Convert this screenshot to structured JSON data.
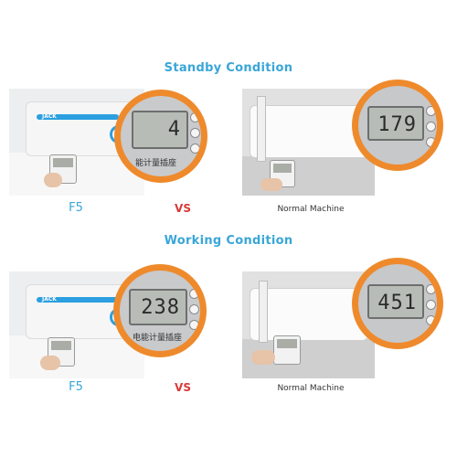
{
  "colors": {
    "title": "#3aa6d8",
    "accent_ring": "#ee8a2c",
    "f5_label": "#3aa6d8",
    "vs_label": "#d83a3a"
  },
  "sections": [
    {
      "title": "Standby Condition",
      "left": {
        "brand": "JACK",
        "reading": "4",
        "caption": "F5"
      },
      "vs": "VS",
      "right": {
        "reading": "179",
        "caption": "Normal Machine"
      },
      "meter_strip_text": "能计量插座"
    },
    {
      "title": "Working Condition",
      "left": {
        "brand": "JACK",
        "reading": "238",
        "caption": "F5"
      },
      "vs": "VS",
      "right": {
        "reading": "451",
        "caption": "Normal Machine"
      },
      "meter_strip_text": "电能计量插座"
    }
  ]
}
